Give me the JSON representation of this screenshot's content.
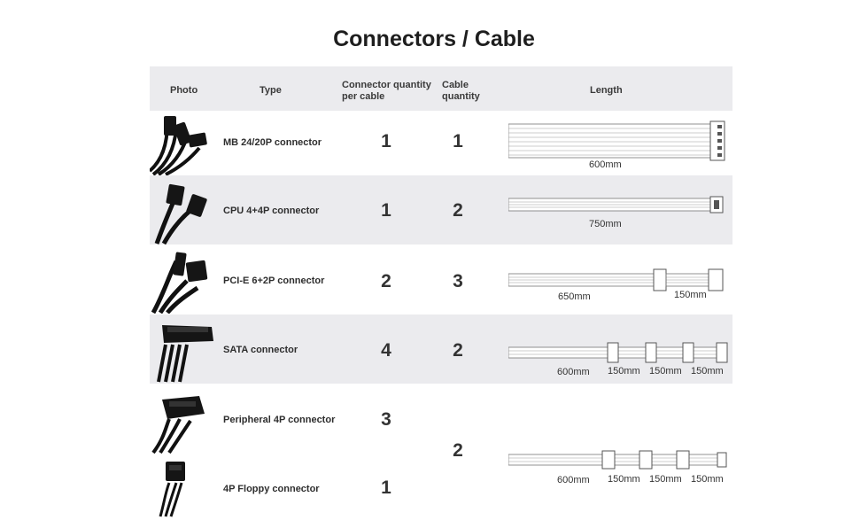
{
  "title": "Connectors / Cable",
  "headers": {
    "photo": "Photo",
    "type": "Type",
    "conn_qty_1": "Connector quantity",
    "conn_qty_2": "per cable",
    "cable_qty_1": "Cable",
    "cable_qty_2": "quantity",
    "length": "Length"
  },
  "rows": [
    {
      "type": "MB 24/20P connector",
      "conn_qty": "1",
      "cable_qty": "1",
      "lengths": [
        "600mm"
      ]
    },
    {
      "type": "CPU 4+4P connector",
      "conn_qty": "1",
      "cable_qty": "2",
      "lengths": [
        "750mm"
      ]
    },
    {
      "type": "PCI-E 6+2P connector",
      "conn_qty": "2",
      "cable_qty": "3",
      "lengths": [
        "650mm",
        "150mm"
      ]
    },
    {
      "type": "SATA connector",
      "conn_qty": "4",
      "cable_qty": "2",
      "lengths": [
        "600mm",
        "150mm",
        "150mm",
        "150mm"
      ]
    },
    {
      "type": "Peripheral 4P connector",
      "conn_qty": "3"
    },
    {
      "type": "4P Floppy connector",
      "conn_qty": "1"
    }
  ],
  "shared_cable": {
    "cable_qty": "2",
    "lengths": [
      "600mm",
      "150mm",
      "150mm",
      "150mm"
    ]
  }
}
